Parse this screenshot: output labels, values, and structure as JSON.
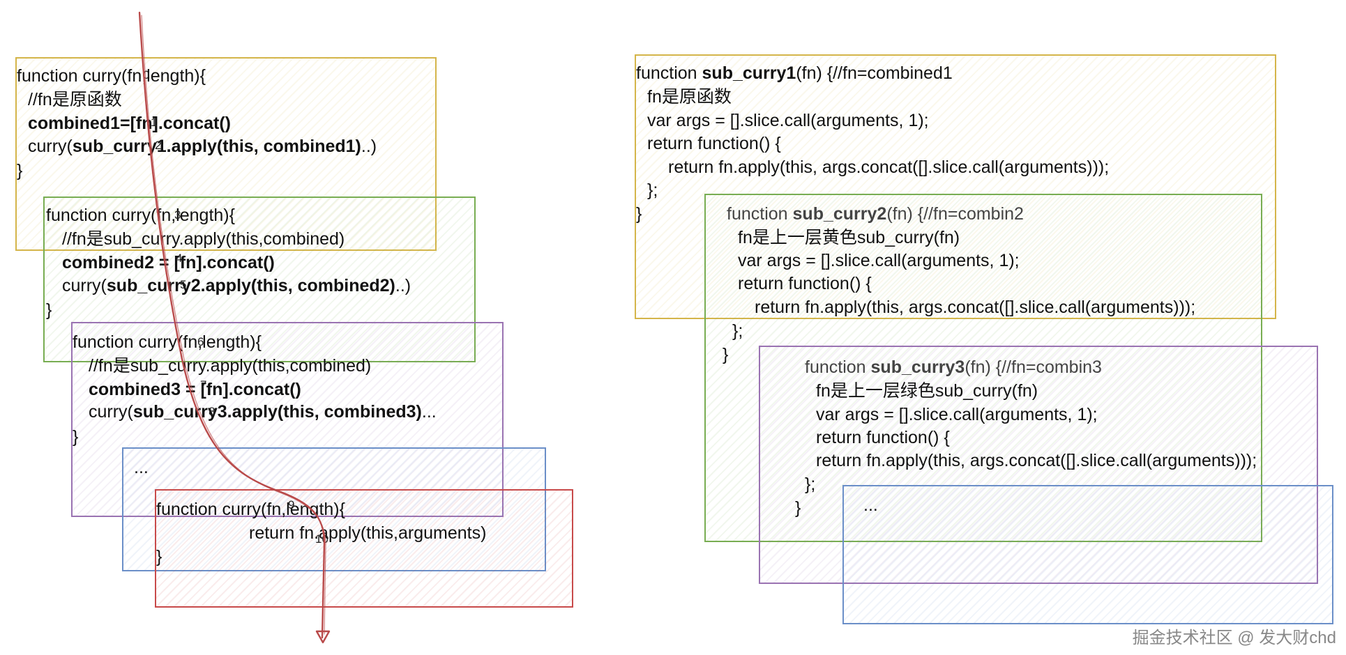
{
  "left": {
    "yellow": {
      "l1": "function curry(fn,length){",
      "l2": "//fn是原函数",
      "l3": "combined1=[fn].concat()",
      "l4a": "curry(",
      "l4b": "sub_curry1.apply(this, combined1)",
      "l4c": "..)",
      "l5": "}"
    },
    "green": {
      "l1": "function curry(fn,length){",
      "l2": "//fn是sub_curry.apply(this,combined)",
      "l3": "combined2 = [fn].concat()",
      "l4a": "curry(",
      "l4b": "sub_curry2.apply(this, combined2)",
      "l4c": "..)",
      "l5": "}"
    },
    "purple": {
      "l1": "function curry(fn,length){",
      "l2": "//fn是sub_curry.apply(this,combined)",
      "l3": "combined3 = [fn].concat()",
      "l4a": "curry(",
      "l4b": "sub_curry3.apply(this, combined3)",
      "l4c": "...",
      "l5": "}"
    },
    "blue": {
      "l1": "..."
    },
    "red": {
      "l1": "function curry(fn,length){",
      "l2": "return fn.apply(this,arguments)",
      "l3": "}"
    },
    "steps": [
      "0",
      "1",
      "2",
      "3",
      "4",
      "5",
      "6",
      "7",
      "8",
      "9",
      "10"
    ]
  },
  "right": {
    "yellow": {
      "l1a": "function ",
      "l1b": "sub_curry1",
      "l1c": "(fn) {//fn=combined1",
      "l2": "fn是原函数",
      "l3": "var args = [].slice.call(arguments, 1);",
      "l4": "return function() {",
      "l5": "return fn.apply(this, args.concat([].slice.call(arguments)));",
      "l6": "};",
      "l7": "}"
    },
    "green": {
      "l1a": "function ",
      "l1b": "sub_curry2",
      "l1c": "(fn) {//fn=combin2",
      "l2": "fn是上一层黄色sub_curry(fn)",
      "l3": "var args = [].slice.call(arguments, 1);",
      "l4": "return function() {",
      "l5": "return fn.apply(this, args.concat([].slice.call(arguments)));",
      "l6": "};",
      "l7": "}"
    },
    "purple": {
      "l1a": "function ",
      "l1b": "sub_curry3",
      "l1c": "(fn) {//fn=combin3",
      "l2": "fn是上一层绿色sub_curry(fn)",
      "l3": "var args = [].slice.call(arguments, 1);",
      "l4": "return function() {",
      "l5": "return fn.apply(this, args.concat([].slice.call(arguments)));",
      "l6": "};",
      "l7": "}"
    },
    "blue": {
      "l1": "..."
    }
  },
  "watermark": "掘金技术社区 @ 发大财chd",
  "colors": {
    "yellow": "#d4b54a",
    "green": "#78ad52",
    "purple": "#9a73b2",
    "blue": "#6b8fc8",
    "red": "#c84a4a",
    "arrow": "#b94a4a"
  }
}
